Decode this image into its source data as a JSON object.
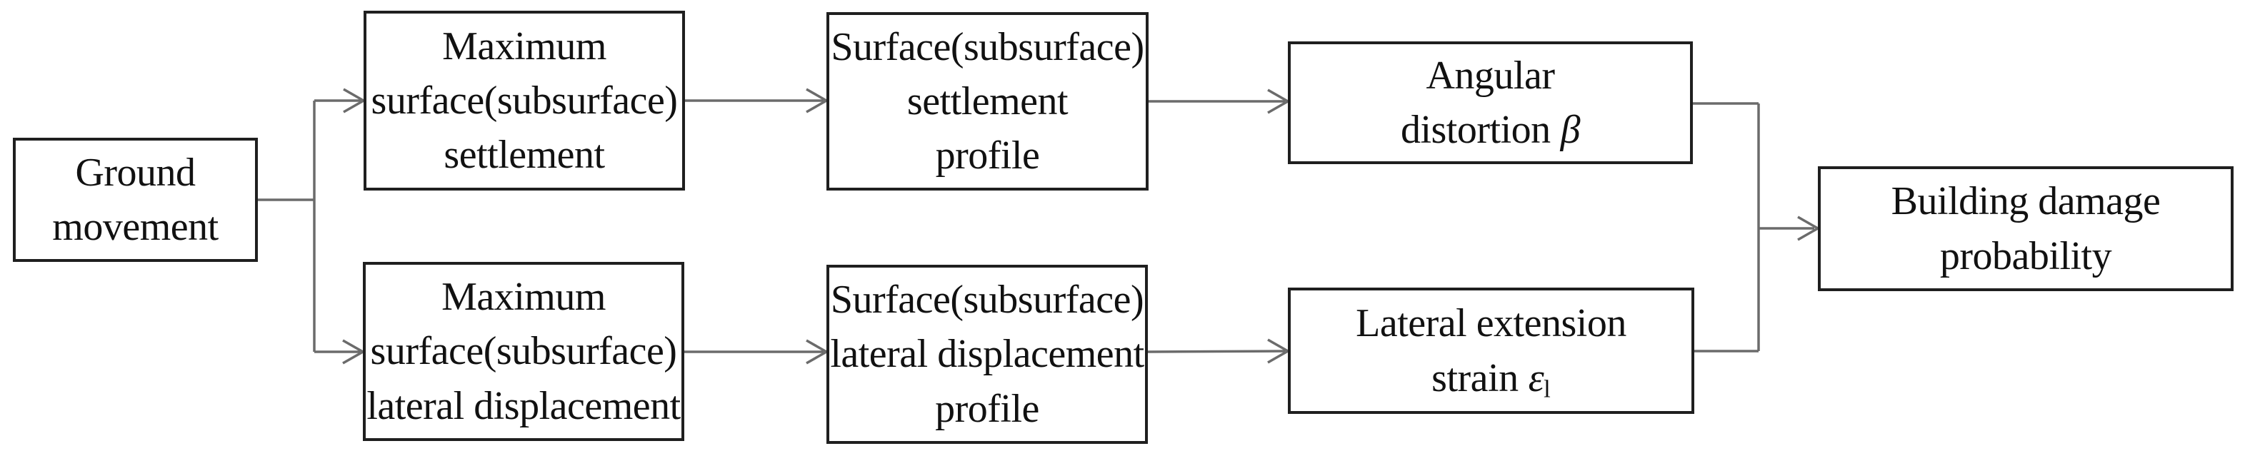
{
  "diagram": {
    "title": "Building damage probability flowchart",
    "background_color": "#ffffff",
    "box_border_color": "#1f1f1f",
    "connector_color": "#6b6b6b",
    "text_color": "#111111",
    "nodes": [
      {
        "id": "ground-movement",
        "label": "Ground movement",
        "lines": [
          "Ground",
          "movement"
        ]
      },
      {
        "id": "maximum-surface-settlement",
        "label": "Maximum surface(subsurface) settlement",
        "lines": [
          "Maximum",
          "surface(subsurface)",
          "settlement"
        ]
      },
      {
        "id": "surface-settlement-profile",
        "label": "Surface(subsurface) settlement profile",
        "lines": [
          "Surface(subsurface)",
          "settlement",
          "profile"
        ]
      },
      {
        "id": "angular-distortion",
        "label": "Angular distortion β",
        "lines": [
          "Angular",
          "distortion"
        ],
        "symbol": "β"
      },
      {
        "id": "maximum-surface-lateral-displacement",
        "label": "Maximum surface(subsurface) lateral displacement",
        "lines": [
          "Maximum",
          "surface(subsurface)",
          "lateral displacement"
        ]
      },
      {
        "id": "surface-lateral-displacement-profile",
        "label": "Surface(subsurface) lateral displacement profile",
        "lines": [
          "Surface(subsurface)",
          "lateral displacement",
          "profile"
        ]
      },
      {
        "id": "lateral-extension-strain",
        "label": "Lateral extension strain εl",
        "lines": [
          "Lateral extension",
          "strain"
        ],
        "symbol": "ε",
        "subscript": "l"
      },
      {
        "id": "building-damage-probability",
        "label": "Building damage probability",
        "lines": [
          "Building damage",
          "probability"
        ]
      }
    ],
    "edges": [
      {
        "from": "ground-movement",
        "to": "maximum-surface-settlement"
      },
      {
        "from": "ground-movement",
        "to": "maximum-surface-lateral-displacement"
      },
      {
        "from": "maximum-surface-settlement",
        "to": "surface-settlement-profile"
      },
      {
        "from": "surface-settlement-profile",
        "to": "angular-distortion"
      },
      {
        "from": "maximum-surface-lateral-displacement",
        "to": "surface-lateral-displacement-profile"
      },
      {
        "from": "surface-lateral-displacement-profile",
        "to": "lateral-extension-strain"
      },
      {
        "from": "angular-distortion",
        "to": "building-damage-probability"
      },
      {
        "from": "lateral-extension-strain",
        "to": "building-damage-probability"
      }
    ]
  }
}
